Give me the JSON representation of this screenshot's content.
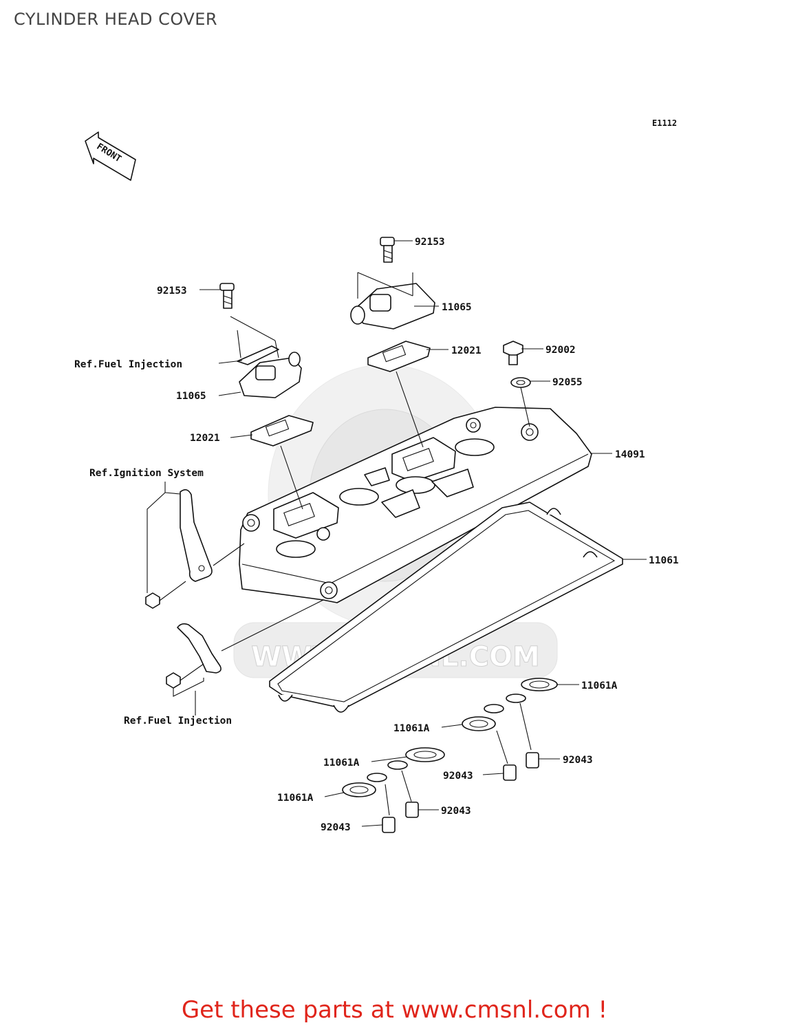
{
  "title": "CYLINDER HEAD COVER",
  "diagram_code": "E1112",
  "front_label": "FRONT",
  "watermark": "WWW.CMSNL.COM",
  "promo": "Get these parts at www.cmsnl.com !",
  "labels": {
    "p92153_top": "92153",
    "p92153_left": "92153",
    "p11065_right": "11065",
    "p11065_left": "11065",
    "p12021_right": "12021",
    "p12021_left": "12021",
    "p92002": "92002",
    "p92055": "92055",
    "p14091": "14091",
    "p11061": "11061",
    "p11061A_1": "11061A",
    "p11061A_2": "11061A",
    "p11061A_3": "11061A",
    "p11061A_4": "11061A",
    "p92043_1": "92043",
    "p92043_2": "92043",
    "p92043_3": "92043",
    "p92043_4": "92043",
    "ref_fuel_injection_top": "Ref.Fuel Injection",
    "ref_ignition_system": "Ref.Ignition System",
    "ref_fuel_injection_bottom": "Ref.Fuel Injection"
  }
}
